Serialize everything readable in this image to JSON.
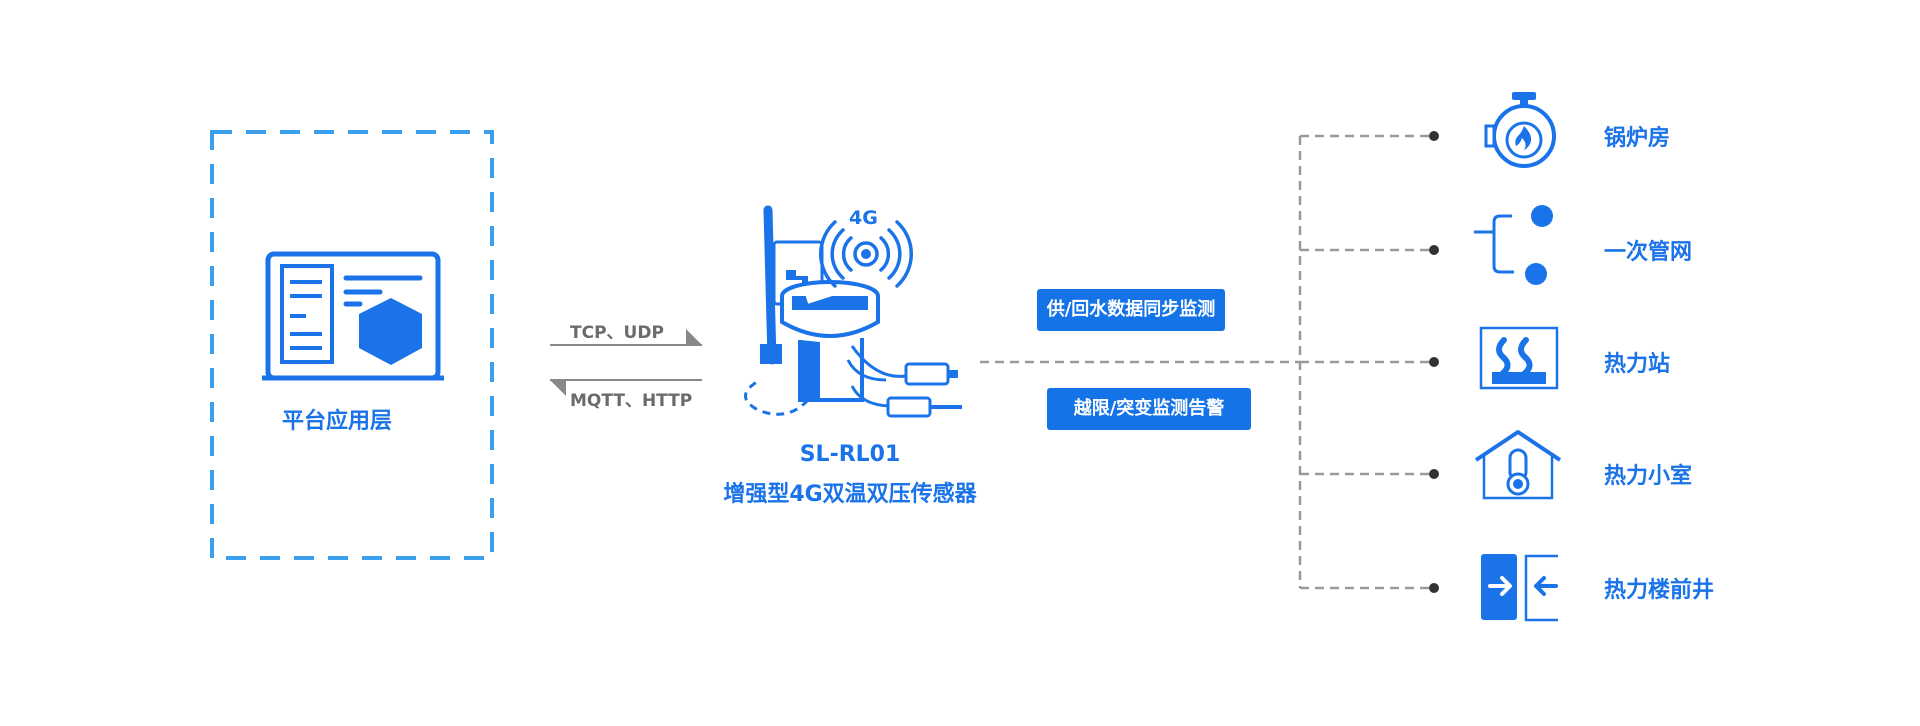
{
  "platform": {
    "label": "平台应用层"
  },
  "protocols": {
    "up": "TCP、UDP",
    "down": "MQTT、HTTP"
  },
  "device": {
    "network": "4G",
    "model": "SL-RL01",
    "name": "增强型4G双温双压传感器"
  },
  "functions": {
    "sync": "供/回水数据同步监测",
    "alarm": "越限/突变监测告警"
  },
  "destinations": [
    {
      "label": "锅炉房",
      "icon": "boiler-icon"
    },
    {
      "label": "一次管网",
      "icon": "pipe-network-icon"
    },
    {
      "label": "热力站",
      "icon": "heat-station-icon"
    },
    {
      "label": "热力小室",
      "icon": "heat-room-icon"
    },
    {
      "label": "热力楼前井",
      "icon": "building-well-icon"
    }
  ],
  "colors": {
    "accent": "#1a73e8",
    "dashed_border": "#3aa0ee",
    "line": "#999999"
  }
}
